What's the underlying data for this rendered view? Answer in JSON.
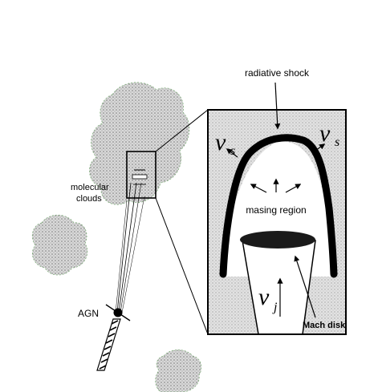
{
  "labels": {
    "radiative_shock": "radiative shock",
    "molecular_clouds_line1": "molecular",
    "molecular_clouds_line2": "clouds",
    "agn": "AGN",
    "masing_region": "masing region",
    "mach_disk": "Mach disk",
    "shock_velocity_left": "v",
    "shock_velocity_left_sub": "s",
    "shock_velocity_right": "v",
    "shock_velocity_right_sub": "s",
    "jet_velocity": "v",
    "jet_velocity_sub": "j"
  },
  "colors": {
    "cloud_fill": "#c8c8c8",
    "cloud_edge": "#7fae7a",
    "inset_fill": "#d4d4d4",
    "ink": "#000000"
  }
}
